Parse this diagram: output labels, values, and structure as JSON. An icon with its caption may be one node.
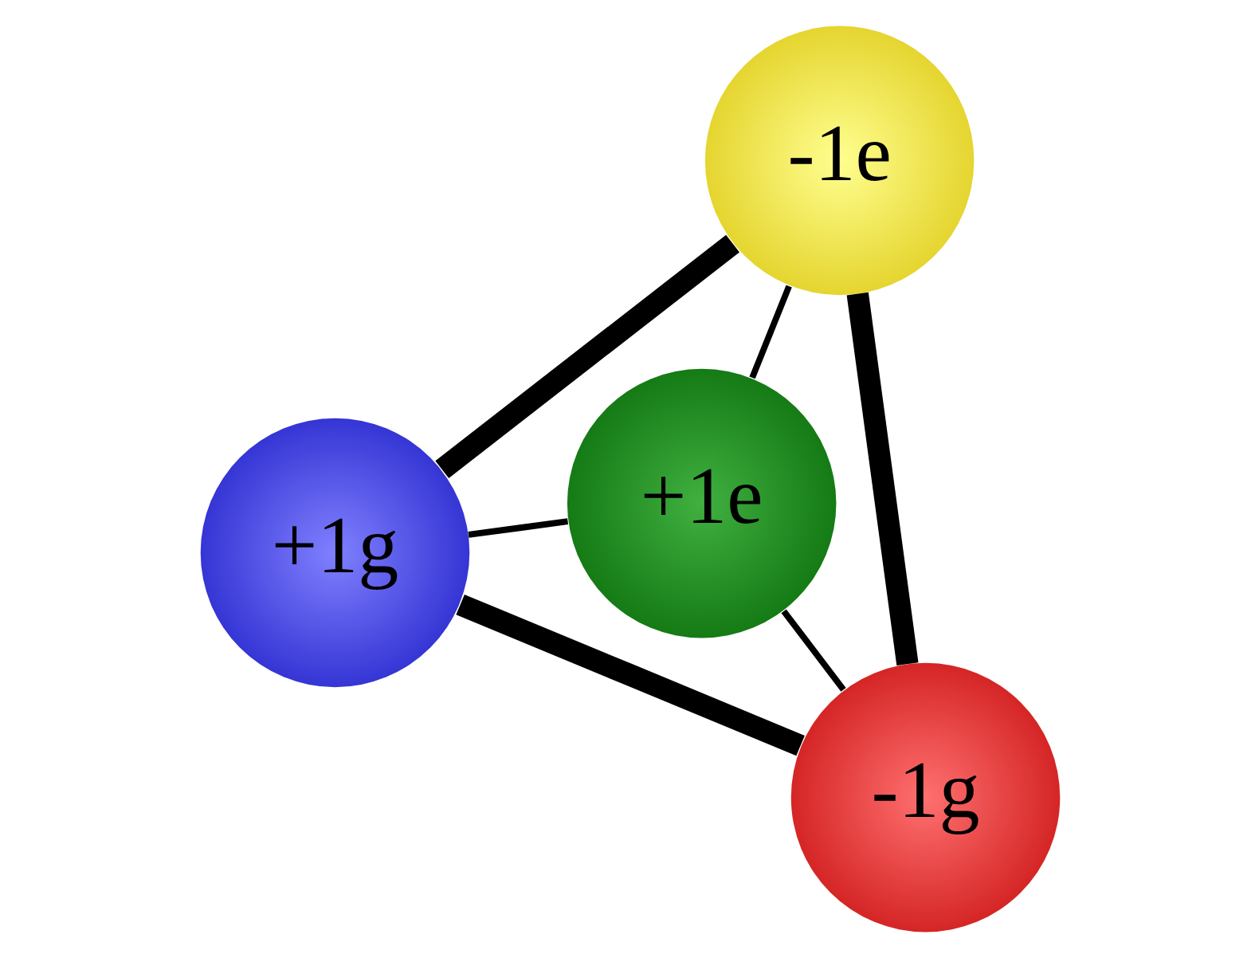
{
  "diagram": {
    "nodes": [
      {
        "text": [
          "+1g"
        ]
      },
      {
        "text": [
          "+1e"
        ]
      },
      {
        "text": [
          "-1g"
        ]
      },
      {
        "text": [
          "-1e"
        ]
      }
    ],
    "edges": [
      {
        "from": 0,
        "to": 1,
        "arrow": "none"
      },
      {
        "from": 0,
        "to": 2,
        "arrow": "none",
        "style": "thick"
      },
      {
        "from": 0,
        "to": 3,
        "arrow": "none",
        "style": "thick"
      },
      {
        "from": 2,
        "to": 1,
        "arrow": "none"
      },
      {
        "from": 3,
        "to": 1,
        "arrow": "none"
      },
      {
        "from": 2,
        "to": 3,
        "arrow": "none",
        "style": "thick"
      }
    ]
  }
}
